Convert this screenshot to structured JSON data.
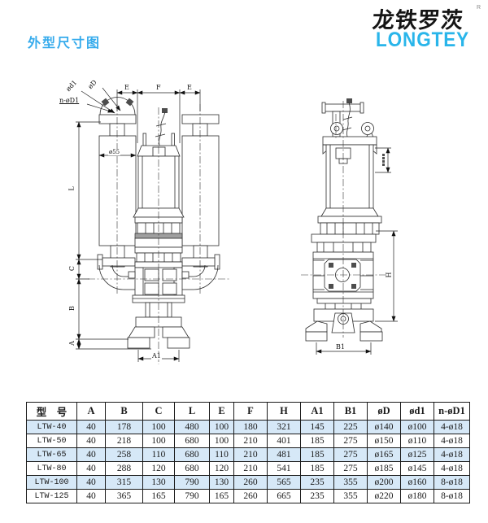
{
  "page": {
    "title": "外型尺寸图"
  },
  "logo": {
    "chinese": "龙铁罗茨",
    "latin": "LONGTEY",
    "registered": "R"
  },
  "colors": {
    "accent_title": "#36abec",
    "accent_logo": "#29b5ea",
    "table_row_shade": "#d6e8f7",
    "drawing_line": "#2b2b2b"
  },
  "front_view": {
    "leader_labels": {
      "hole_dia": "ød1",
      "flange_dia": "øD",
      "bolt_pattern": "n-øD1"
    },
    "top_dims": {
      "e_left": "E",
      "f": "F",
      "e_right": "E"
    },
    "silencer_dia": "ø55",
    "left_dims": {
      "l": "L",
      "c": "C",
      "b": "B",
      "a": "A"
    },
    "bottom_dim": "A1"
  },
  "side_view": {
    "height_dim": "H",
    "bottom_dim": "B1"
  },
  "table": {
    "headers": [
      "型　号",
      "A",
      "B",
      "C",
      "L",
      "E",
      "F",
      "H",
      "A1",
      "B1",
      "øD",
      "ød1",
      "n-øD1"
    ],
    "rows": [
      {
        "model": "LTW-40",
        "values": [
          "40",
          "178",
          "100",
          "480",
          "100",
          "180",
          "321",
          "145",
          "225",
          "ø140",
          "ø100",
          "4-ø18"
        ]
      },
      {
        "model": "LTW-50",
        "values": [
          "40",
          "218",
          "100",
          "680",
          "100",
          "210",
          "401",
          "185",
          "275",
          "ø150",
          "ø110",
          "4-ø18"
        ]
      },
      {
        "model": "LTW-65",
        "values": [
          "40",
          "258",
          "110",
          "680",
          "110",
          "210",
          "481",
          "185",
          "275",
          "ø165",
          "ø125",
          "4-ø18"
        ]
      },
      {
        "model": "LTW-80",
        "values": [
          "40",
          "288",
          "120",
          "680",
          "120",
          "210",
          "541",
          "185",
          "275",
          "ø185",
          "ø145",
          "4-ø18"
        ]
      },
      {
        "model": "LTW-100",
        "values": [
          "40",
          "315",
          "130",
          "790",
          "130",
          "260",
          "565",
          "235",
          "355",
          "ø200",
          "ø160",
          "8-ø18"
        ]
      },
      {
        "model": "LTW-125",
        "values": [
          "40",
          "365",
          "165",
          "790",
          "165",
          "260",
          "665",
          "235",
          "355",
          "ø220",
          "ø180",
          "8-ø18"
        ]
      }
    ]
  }
}
